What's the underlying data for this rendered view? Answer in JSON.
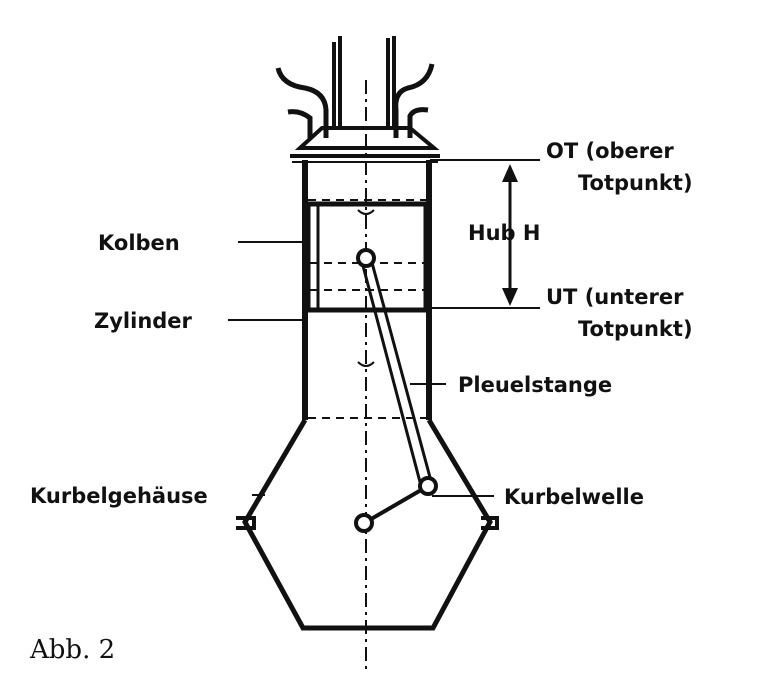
{
  "labels": {
    "ot_line1": "OT (oberer",
    "ot_line2": "Totpunkt)",
    "hub": "Hub  H",
    "ut_line1": "UT (unterer",
    "ut_line2": "Totpunkt)",
    "kolben": "Kolben",
    "zylinder": "Zylinder",
    "pleuelstange": "Pleuelstange",
    "kurbelgehaeuse": "Kurbelgehäuse",
    "kurbelwelle": "Kurbelwelle"
  },
  "caption": "Abb. 2",
  "colors": {
    "ink": "#111111",
    "paper": "#ffffff"
  }
}
